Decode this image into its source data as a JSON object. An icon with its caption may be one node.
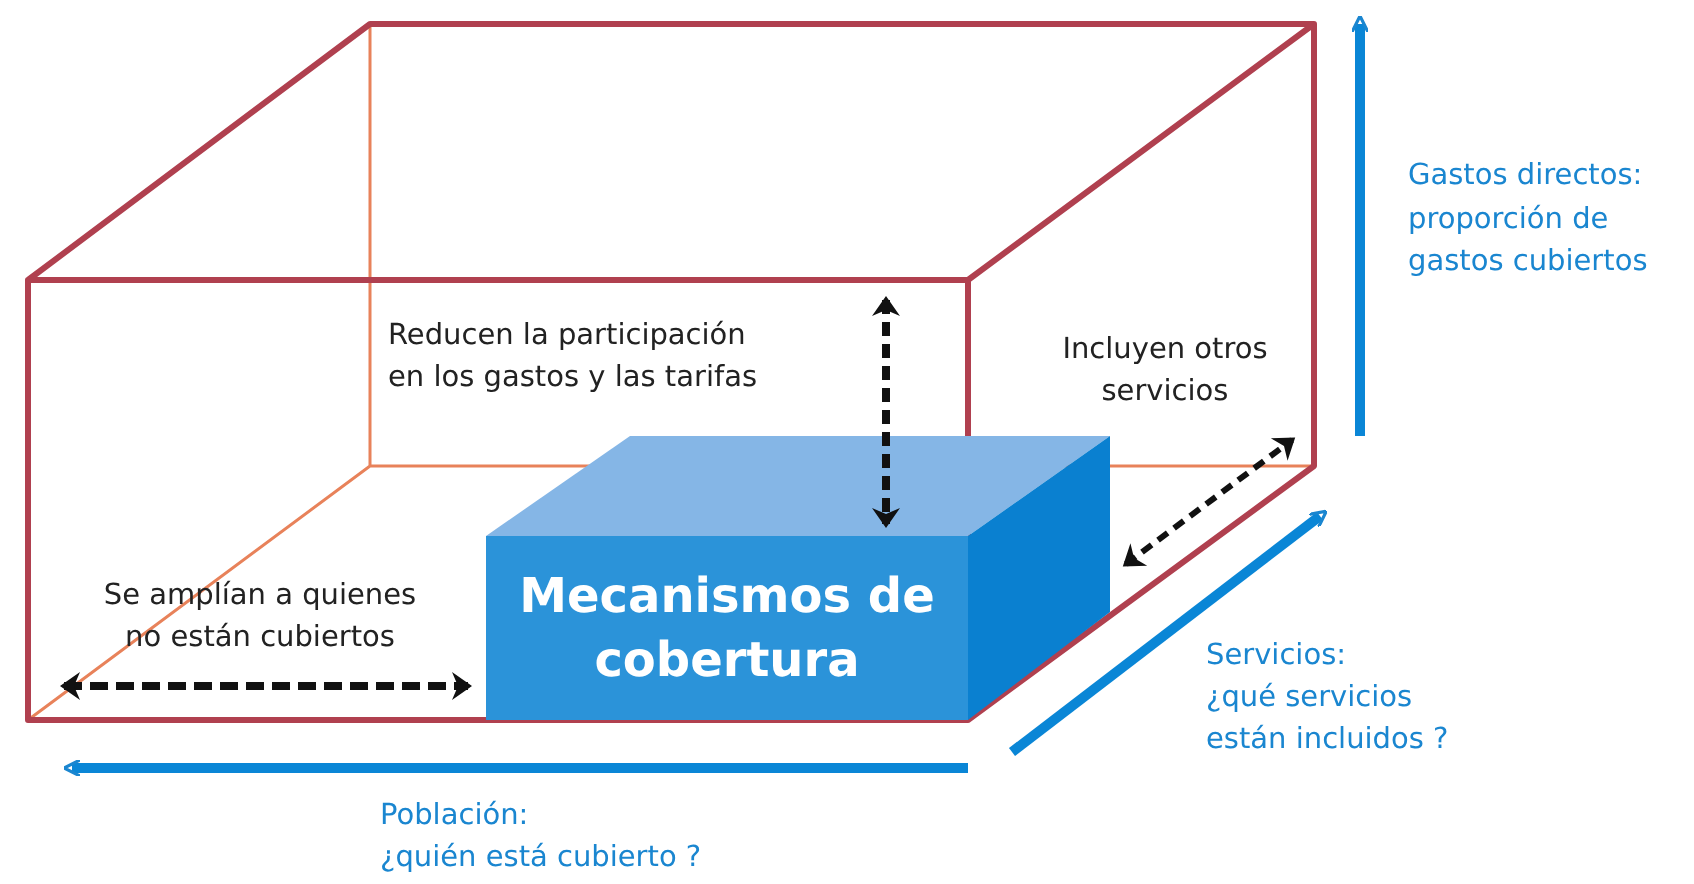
{
  "diagram": {
    "nodes": [
      {
        "text": [
          "Mecanismos de cobertura"
        ]
      }
    ],
    "edges": [],
    "labels": [
      "Gastos directos:",
      "proporción de gastos cubiertos",
      "Reducen la participación en los gastos y las tarifas",
      "Incluyen otros servicios",
      "Se amplían a quienes no están cubiertos",
      "Servicios:",
      "¿qué servicios están incluidos ?",
      "Población:",
      "¿quién está cubierto ?"
    ]
  }
}
